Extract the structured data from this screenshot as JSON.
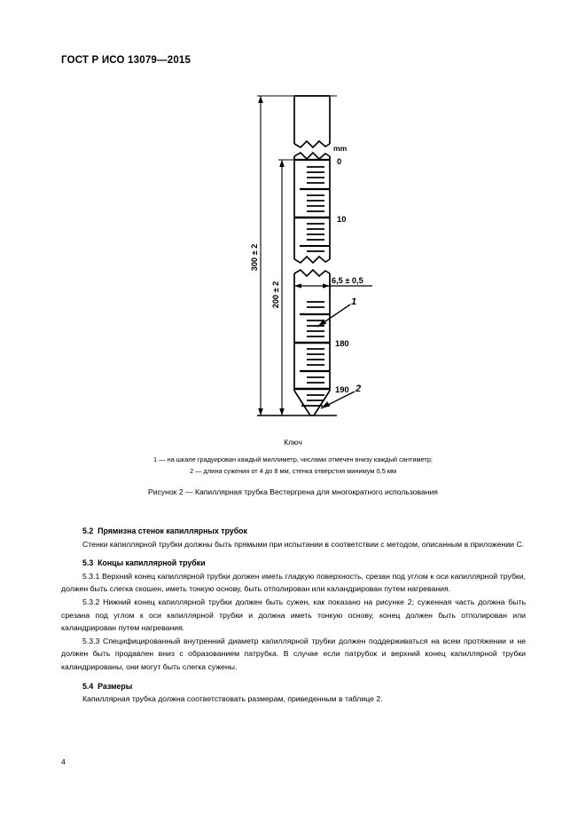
{
  "header": {
    "standard_ref": "ГОСТ Р ИСО 13079—2015"
  },
  "figure": {
    "name": "westergren-capillary-tube-diagram",
    "dimensions": {
      "total_length": "300 ± 2",
      "scale_length": "200 ± 2",
      "bore_diameter": "6,5 ± 0,5"
    },
    "unit_label": "mm",
    "scale_labels_upper": [
      "0",
      "10"
    ],
    "scale_labels_lower": [
      "180",
      "190"
    ],
    "callouts": [
      "1",
      "2"
    ]
  },
  "key": {
    "title": "Ключ",
    "items": [
      "1 — на шкале градуирован каждый миллиметр, числами отмечен внизу каждый сантиметр;",
      "2 — длина сужения от 4 до 8 мм, стенка отверстия минимум 0,5 мм"
    ]
  },
  "caption": {
    "text": "Рисунок 2 — Капиллярная трубка Вестергрена для многократного использования"
  },
  "sections": [
    {
      "number": "5.2",
      "heading": "Прямизна стенок капиллярных трубок",
      "paragraphs": [
        "Стенки капиллярной трубки должны быть прямыми при испытании в соответствии с методом, описанным в приложении С."
      ]
    },
    {
      "number": "5.3",
      "heading": "Концы капиллярной трубки",
      "paragraphs": [
        "5.3.1  Верхний конец капиллярной трубки должен иметь гладкую поверхность, срезан под углом к оси капиллярной трубки, должен быть слегка скошен, иметь тонкую основу, быть отполирован или каландрирован путем нагревания.",
        "5.3.2  Нижний конец капиллярной трубки должен быть сужен, как показано на рисунке 2; суженная часть должна быть срезана под углом к оси капиллярной трубки и должна иметь тонкую основу, конец должен быть отполирован или каландрирован путем нагревания.",
        "5.3.3  Специфицированный внутренний диаметр капиллярной трубки должен поддерживаться на всем протяжении и не должен быть продавлен вниз с образованием патрубка. В случае если патрубок и верхний конец капиллярной трубки каландрированы, они могут быть слегка сужены."
      ]
    },
    {
      "number": "5.4",
      "heading": "Размеры",
      "paragraphs": [
        "Капиллярная трубка должна соответствовать размерам, приведенным в таблице 2."
      ]
    }
  ],
  "footer": {
    "page_number": "4"
  }
}
